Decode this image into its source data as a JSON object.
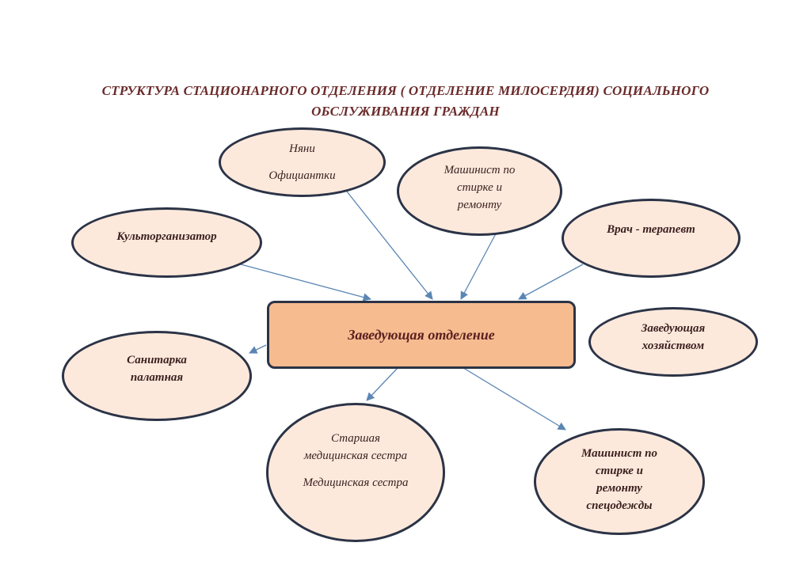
{
  "title": {
    "line1": "СТРУКТУРА СТАЦИОНАРНОГО  ОТДЕЛЕНИЯ ( ОТДЕЛЕНИЕ МИЛОСЕРДИЯ) СОЦИАЛЬНОГО",
    "line2": "ОБСЛУЖИВАНИЯ ГРАЖДАН"
  },
  "center": {
    "label": "Заведующая отделение"
  },
  "nodes": {
    "nyani": {
      "line1": "Няни",
      "line2": "Официантки"
    },
    "mashinist_top": {
      "line1": "Машинист по",
      "line2": "стирке и",
      "line3": "ремонту"
    },
    "vrach": {
      "line1": "Врач - терапевт"
    },
    "kultorg": {
      "line1": "Культорганизатор"
    },
    "zav_hoz": {
      "line1": "Заведующая",
      "line2": "хозяйством"
    },
    "sanitarka": {
      "line1": "Санитарка",
      "line2": "палатная"
    },
    "sestra": {
      "line1": "Старшая",
      "line2": "медицинская сестра",
      "line3": "Медицинская сестра"
    },
    "mashinist_bottom": {
      "line1": "Машинист по",
      "line2": "стирке и",
      "line3": "ремонту",
      "line4": "спецодежды"
    }
  },
  "colors": {
    "node_fill": "#fde9dc",
    "node_border": "#2b3346",
    "center_fill": "#f6bb8f",
    "arrow": "#5b86b4",
    "title": "#6b2a2a"
  }
}
